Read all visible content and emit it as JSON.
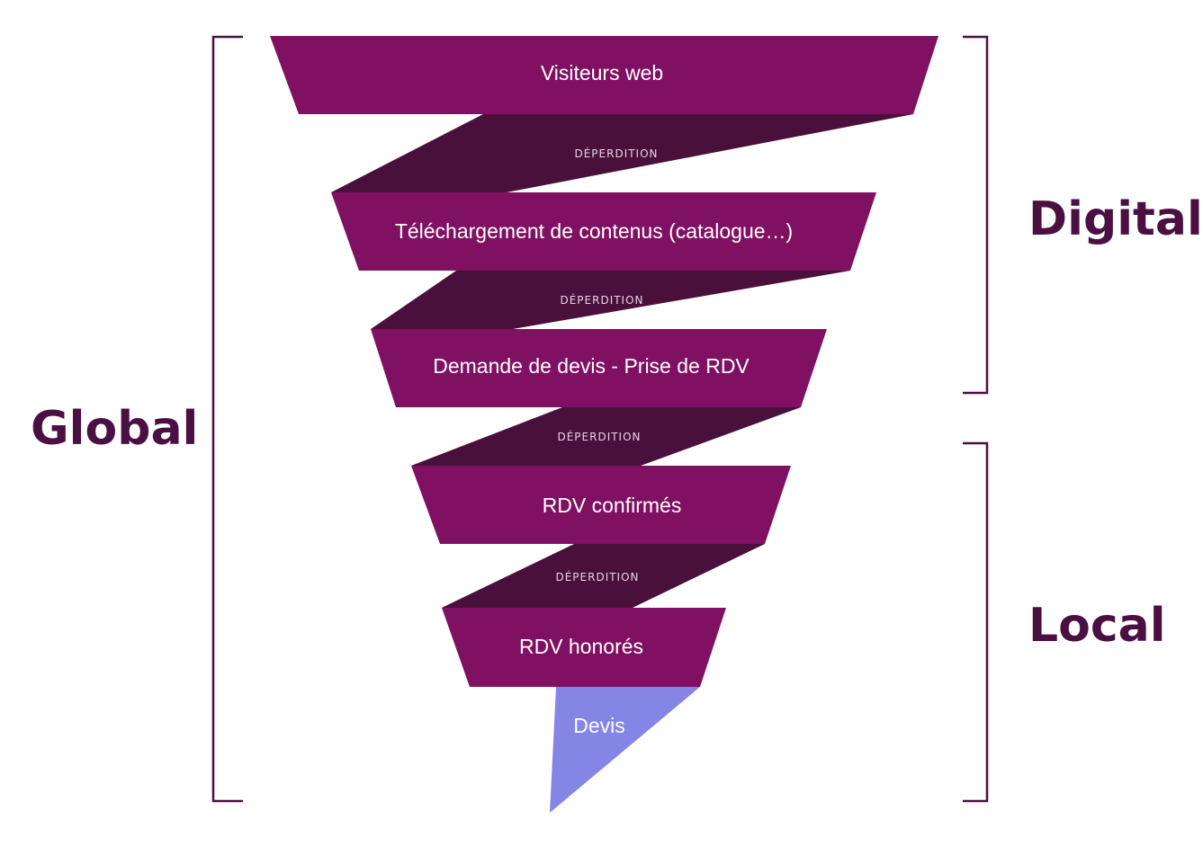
{
  "colors": {
    "stage": "#7f1062",
    "loss": "#4a103c",
    "final": "#8585e6",
    "label": "#4b1042",
    "bracket": "#4b1042"
  },
  "stages": [
    {
      "label": "Visiteurs web"
    },
    {
      "label": "Téléchargement de contenus (catalogue…)"
    },
    {
      "label": "Demande de devis - Prise de RDV"
    },
    {
      "label": "RDV confirmés"
    },
    {
      "label": "RDV honorés"
    }
  ],
  "losses": [
    {
      "label": "DÉPERDITION"
    },
    {
      "label": "DÉPERDITION"
    },
    {
      "label": "DÉPERDITION"
    },
    {
      "label": "DÉPERDITION"
    }
  ],
  "final": {
    "label": "Devis"
  },
  "groups": {
    "global": "Global",
    "digital": "Digital",
    "local": "Local"
  }
}
